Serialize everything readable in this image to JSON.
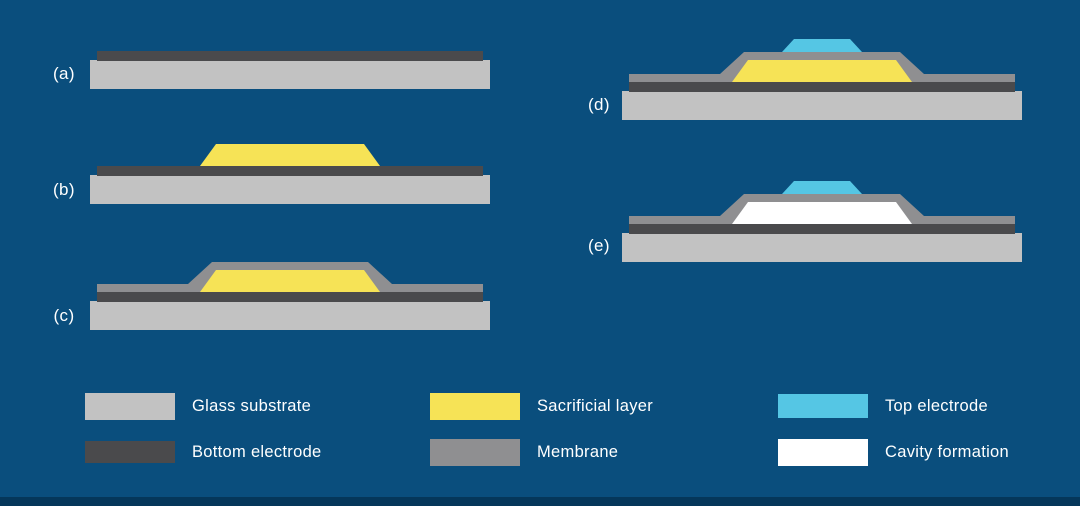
{
  "diagram": {
    "description_labels": {
      "step_a": "(a)",
      "step_b": "(b)",
      "step_c": "(c)",
      "step_d": "(d)",
      "step_e": "(e)"
    }
  },
  "panels": [
    {
      "label": "(a)",
      "layers": [
        "glass_substrate",
        "bottom_electrode"
      ]
    },
    {
      "label": "(b)",
      "layers": [
        "glass_substrate",
        "bottom_electrode",
        "sacrificial_layer"
      ]
    },
    {
      "label": "(c)",
      "layers": [
        "glass_substrate",
        "bottom_electrode",
        "sacrificial_layer",
        "membrane"
      ]
    },
    {
      "label": "(d)",
      "layers": [
        "glass_substrate",
        "bottom_electrode",
        "sacrificial_layer",
        "membrane",
        "top_electrode"
      ]
    },
    {
      "label": "(e)",
      "layers": [
        "glass_substrate",
        "bottom_electrode",
        "cavity",
        "membrane",
        "top_electrode"
      ]
    }
  ],
  "legend": {
    "items": [
      {
        "label": "Glass substrate",
        "color": "#c2c2c2"
      },
      {
        "label": "Bottom electrode",
        "color": "#4a4a4c"
      },
      {
        "label": "Sacrificial layer",
        "color": "#f6e356"
      },
      {
        "label": "Membrane",
        "color": "#8f8f91"
      },
      {
        "label": "Top electrode",
        "color": "#55c6e4"
      },
      {
        "label": "Cavity formation",
        "color": "#ffffff"
      }
    ]
  },
  "colors": {
    "background": "#0a4e7d",
    "footer_bar": "#05375a",
    "glass_substrate": "#c2c2c2",
    "bottom_electrode": "#4a4a4c",
    "sacrificial_layer": "#f6e356",
    "membrane": "#8f8f91",
    "top_electrode": "#55c6e4",
    "cavity": "#ffffff",
    "text": "#ffffff"
  }
}
